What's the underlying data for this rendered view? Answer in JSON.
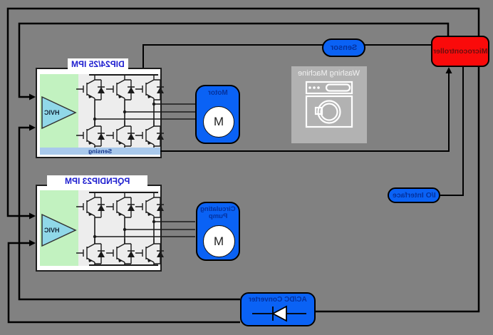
{
  "diagram": {
    "module1": {
      "title": "DIP24/25 IPM",
      "hvic_label": "HVIC",
      "sensing_label": "Sensing"
    },
    "module2": {
      "title": "PQFNDIP23 IPM",
      "hvic_label": "HVIC"
    },
    "motor": {
      "label": "Motor",
      "symbol": "M"
    },
    "pump": {
      "label_line1": "Circulating",
      "label_line2": "Pump",
      "symbol": "M"
    },
    "sensor": {
      "label": "Sensor"
    },
    "io_interface": {
      "label": "I/O Interface"
    },
    "microcontroller": {
      "label": "Microcontroller"
    },
    "acdc": {
      "label": "AC/DC Converter"
    },
    "washing_machine": {
      "label": "Washing Machine"
    },
    "colors": {
      "background": "#818181",
      "block_blue": "#0a62f5",
      "block_red": "#fa0a0a",
      "hvic_green": "#c2f2c0",
      "hvic_triangle": "#90d8e8",
      "sensing_strip": "#a9c9ec",
      "title_blue": "#2020d0",
      "wire": "#000000"
    }
  }
}
